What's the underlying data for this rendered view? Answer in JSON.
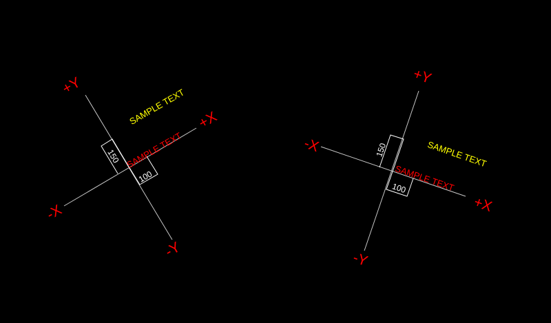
{
  "colors": {
    "background": "#000000",
    "axis_line": "#c8c8c8",
    "axis_label": "#ff0000",
    "sample_text_yellow": "#ffff00",
    "sample_text_red": "#ff0000",
    "dimension": "#ffffff"
  },
  "left_diagram": {
    "label_plus_y": "+Y",
    "label_minus_y": "-Y",
    "label_plus_x": "+X",
    "label_minus_x": "-X",
    "sample_text_yellow": "SAMPLE TEXT",
    "sample_text_red": "SAMPLE TEXT",
    "dim_vertical": "150",
    "dim_horizontal": "100"
  },
  "right_diagram": {
    "label_plus_y": "+Y",
    "label_minus_y": "-Y",
    "label_plus_x": "+X",
    "label_minus_x": "-X",
    "sample_text_yellow": "SAMPLE TEXT",
    "sample_text_red": "SAMPLE TEXT",
    "dim_vertical": "150",
    "dim_horizontal": "100"
  }
}
